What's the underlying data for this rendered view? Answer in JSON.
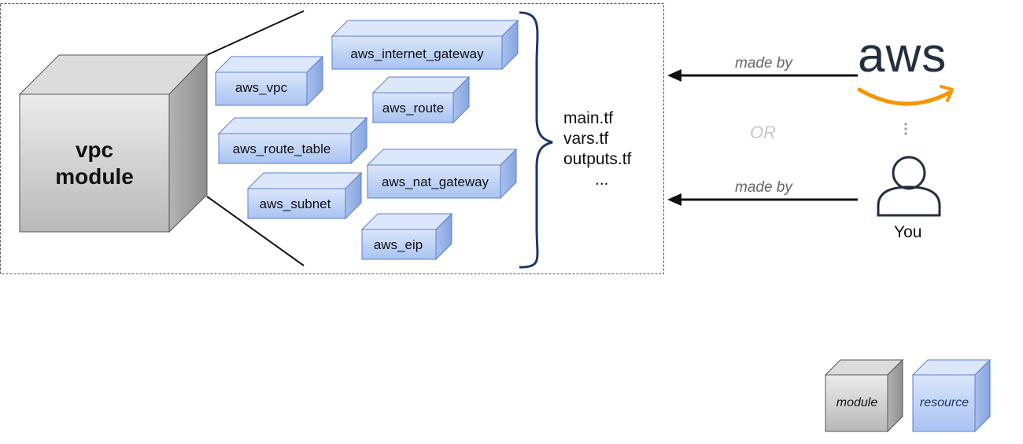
{
  "module": {
    "label_line1": "vpc",
    "label_line2": "module"
  },
  "resources": [
    "aws_internet_gateway",
    "aws_vpc",
    "aws_route",
    "aws_route_table",
    "aws_nat_gateway",
    "aws_subnet",
    "aws_eip"
  ],
  "files": [
    "main.tf",
    "vars.tf",
    "outputs.tf",
    "..."
  ],
  "arrows": {
    "top_label": "made by",
    "bottom_label": "made by"
  },
  "or_label": "OR",
  "aws_logo_text": "aws",
  "user_label": "You",
  "legend": {
    "module": "module",
    "resource": "resource"
  },
  "colors": {
    "resource_fill": "#c5d7f7",
    "resource_side": "#a9c0ec",
    "resource_top": "#dce7fb",
    "resource_stroke": "#5a7fd1",
    "module_fill": "#d3d3d3",
    "aws_text": "#232f3e",
    "aws_smile": "#f79400",
    "brace": "#1f3864",
    "or_text": "#c8c8c8"
  }
}
